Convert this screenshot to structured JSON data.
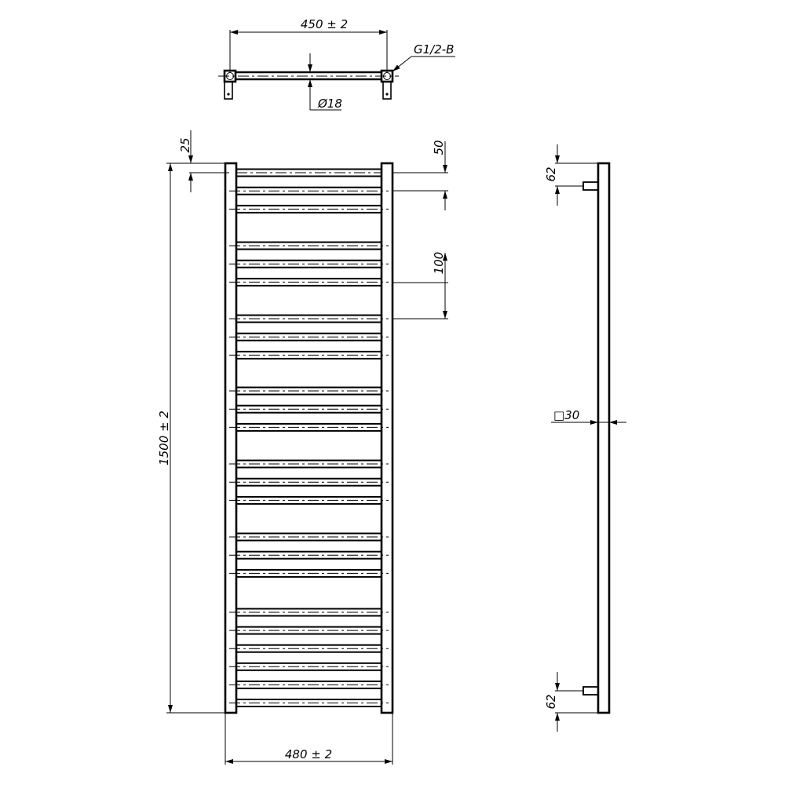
{
  "drawing": {
    "top_view": {
      "width_between_centers": "450 ± 2",
      "thread": "G1/2-B",
      "tube_diameter": "Ø18"
    },
    "front_view": {
      "top_offset": "25",
      "bar_spacing_small": "50",
      "bar_spacing_large": "100",
      "height": "1500 ± 2",
      "overall_width": "480 ± 2",
      "bar_count": 24
    },
    "side_view": {
      "connection_offset_top": "62",
      "connection_offset_bottom": "62",
      "profile": "□30"
    },
    "line_color": "#000000"
  }
}
